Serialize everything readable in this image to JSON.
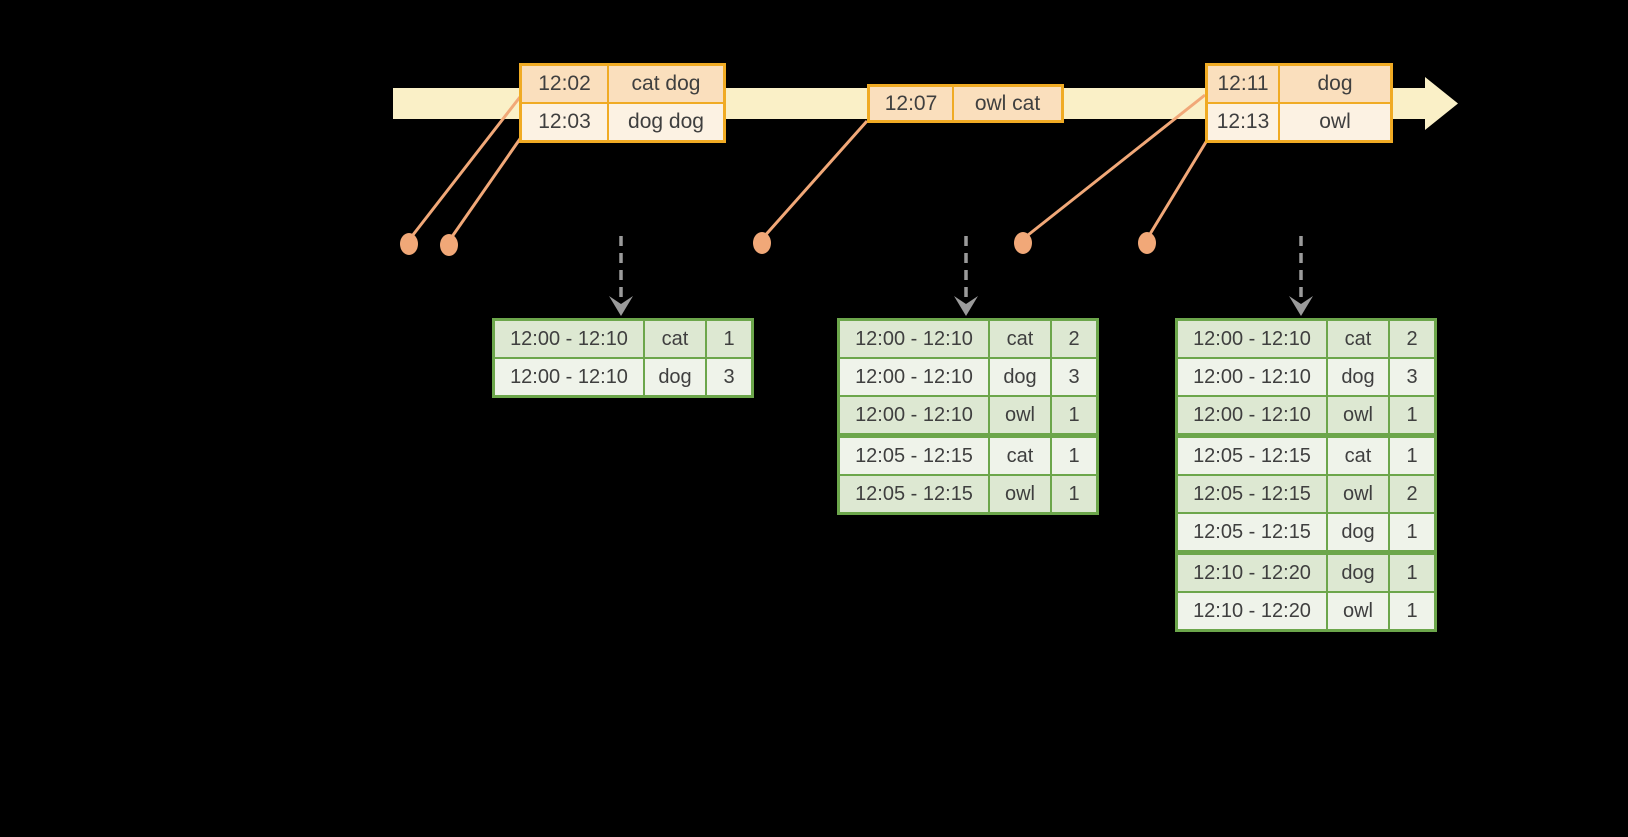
{
  "diagram": {
    "event_tables": [
      {
        "rows": [
          {
            "time": "12:02",
            "words": "cat dog"
          },
          {
            "time": "12:03",
            "words": "dog dog"
          }
        ]
      },
      {
        "rows": [
          {
            "time": "12:07",
            "words": "owl cat"
          }
        ]
      },
      {
        "rows": [
          {
            "time": "12:11",
            "words": "dog"
          },
          {
            "time": "12:13",
            "words": "owl"
          }
        ]
      }
    ],
    "result_tables": [
      {
        "rows": [
          {
            "window": "12:00 - 12:10",
            "word": "cat",
            "count": "1"
          },
          {
            "window": "12:00 - 12:10",
            "word": "dog",
            "count": "3"
          }
        ]
      },
      {
        "rows": [
          {
            "window": "12:00 - 12:10",
            "word": "cat",
            "count": "2"
          },
          {
            "window": "12:00 - 12:10",
            "word": "dog",
            "count": "3"
          },
          {
            "window": "12:00 - 12:10",
            "word": "owl",
            "count": "1",
            "group_end": true
          },
          {
            "window": "12:05 - 12:15",
            "word": "cat",
            "count": "1"
          },
          {
            "window": "12:05 - 12:15",
            "word": "owl",
            "count": "1"
          }
        ]
      },
      {
        "rows": [
          {
            "window": "12:00 - 12:10",
            "word": "cat",
            "count": "2"
          },
          {
            "window": "12:00 - 12:10",
            "word": "dog",
            "count": "3"
          },
          {
            "window": "12:00 - 12:10",
            "word": "owl",
            "count": "1",
            "group_end": true
          },
          {
            "window": "12:05 - 12:15",
            "word": "cat",
            "count": "1"
          },
          {
            "window": "12:05 - 12:15",
            "word": "owl",
            "count": "2"
          },
          {
            "window": "12:05 - 12:15",
            "word": "dog",
            "count": "1",
            "group_end": true
          },
          {
            "window": "12:10 - 12:20",
            "word": "dog",
            "count": "1"
          },
          {
            "window": "12:10 - 12:20",
            "word": "owl",
            "count": "1"
          }
        ]
      }
    ],
    "colors": {
      "band": "#faf0c7",
      "eborder": "#f0ab24",
      "epeach": "#fadfbd",
      "ecream": "#fcf2e3",
      "gborder": "#6ca64b",
      "ggreen": "#dde8d2",
      "gwhite": "#eff3ea",
      "salmon": "#f1a878",
      "arrow_gray": "#9b9b9b",
      "text": "#3f3f3f"
    }
  }
}
